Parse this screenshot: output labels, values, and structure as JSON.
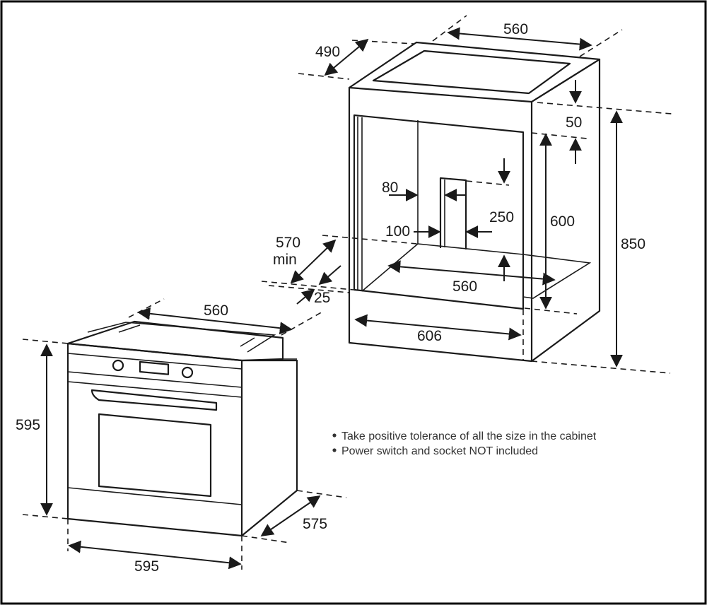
{
  "diagram": {
    "colors": {
      "stroke": "#1a1a1a",
      "text": "#1a1a1a",
      "note": "#333333",
      "frame": "#000000"
    },
    "cabinet_labels": {
      "top_width": "560",
      "top_depth": "490",
      "top_gap": "50",
      "cutout_height": "600",
      "total_height": "850",
      "vent_offset": "80",
      "vent_width": "100",
      "vent_height": "250",
      "inner_depth": "570",
      "inner_depth_min": "min",
      "front_gap": "25",
      "bottom_width": "560",
      "outer_width": "606"
    },
    "oven_labels": {
      "top_width": "560",
      "height": "595",
      "depth": "575",
      "width": "595"
    },
    "notes": [
      "Take positive tolerance of all the size in the cabinet",
      "Power switch and socket NOT included"
    ]
  }
}
